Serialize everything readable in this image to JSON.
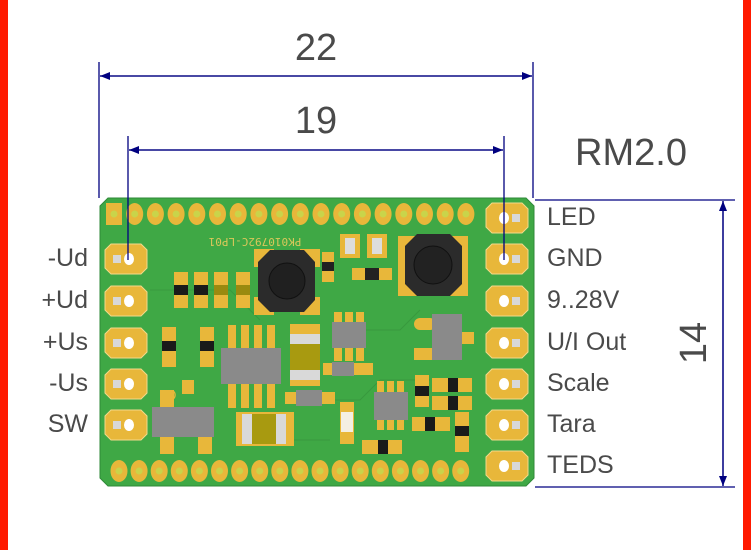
{
  "dimensions": {
    "width_outer": "22",
    "width_pitch": "19",
    "height": "14",
    "pin_spacing": "RM2.0"
  },
  "pins": {
    "left": [
      "-Ud",
      "+Ud",
      "+Us",
      "-Us",
      "SW"
    ],
    "right": [
      "LED",
      "GND",
      "9..28V",
      "U/I Out",
      "Scale",
      "Tara",
      "TEDS"
    ]
  },
  "board": {
    "silkscreen_part_number": "PK010792C-LP01",
    "silkscreen_marker": "C",
    "top_row_pad_count": 18,
    "bottom_row_pad_count": 18
  },
  "colors": {
    "border": "#ff1a00",
    "dimension_line": "#000080",
    "dimension_text": "#4a4a4a",
    "pcb_green": "#3fa845",
    "pad_gold": "#e8b73a",
    "component_gray": "#8a8a8a",
    "inductor_black": "#2b2b2b"
  }
}
